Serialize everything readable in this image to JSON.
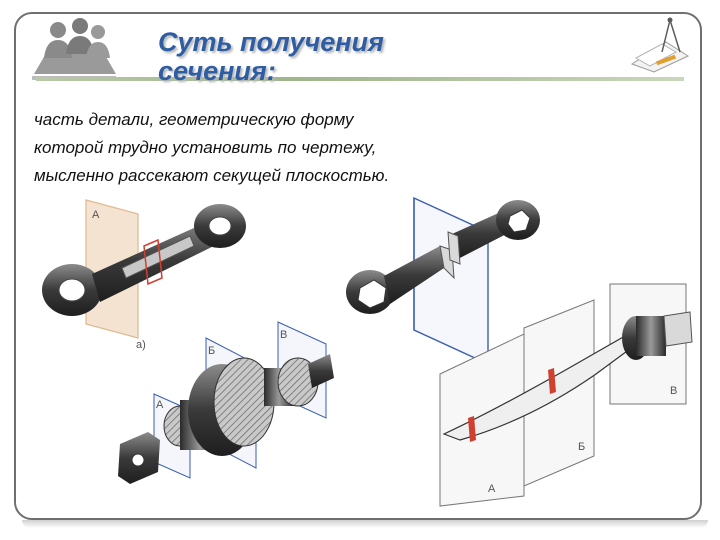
{
  "slide": {
    "title": "Суть получения сечения",
    "title_colon": ":",
    "body_lines": [
      "часть детали, геометрическую форму",
      "которой трудно установить по чертежу,",
      "мысленно рассекают секущей плоскостью."
    ]
  },
  "figures": {
    "label_a_top": "А",
    "caption_a": "а)",
    "label_a": "А",
    "label_b": "Б",
    "label_v": "В",
    "label_a2": "А",
    "label_b2": "Б",
    "label_v2": "В"
  },
  "colors": {
    "title": "#2f5da3",
    "accent_line": "#9fb58c",
    "plane": "#3a5fb0",
    "section_red": "#d04030",
    "part_dark": "#3d3d3d"
  }
}
